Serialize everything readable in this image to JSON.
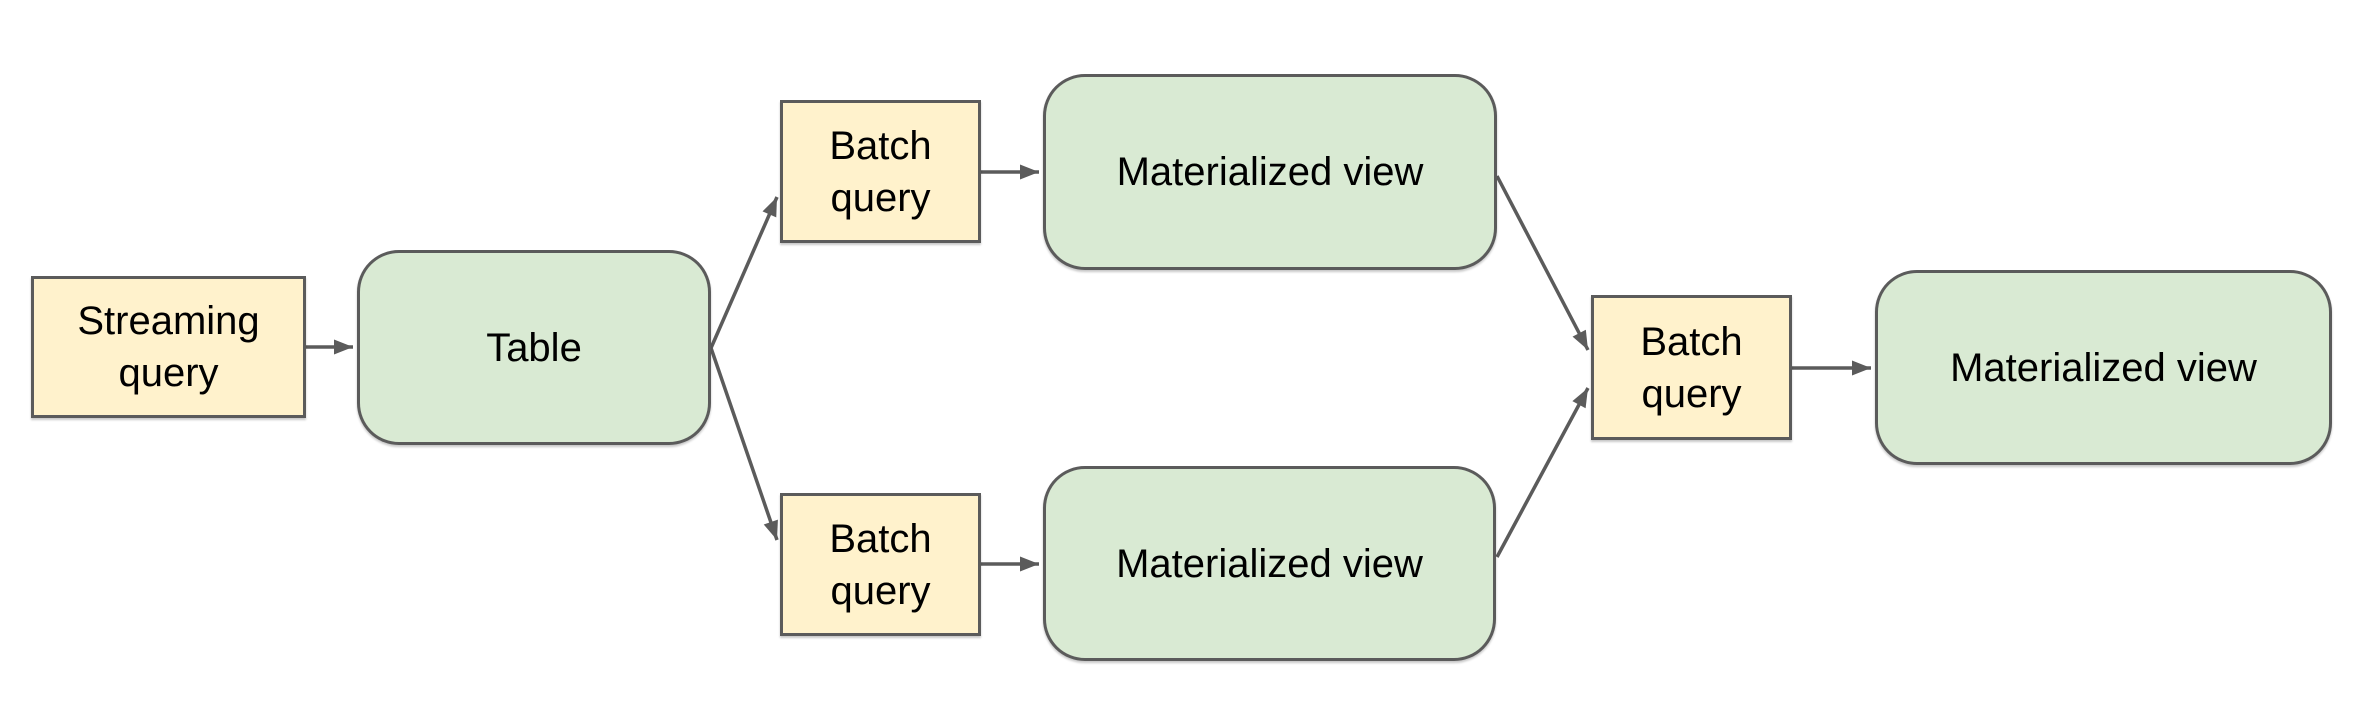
{
  "diagram": {
    "nodes": [
      {
        "id": "streaming-query",
        "label": "Streaming query",
        "type": "query"
      },
      {
        "id": "table",
        "label": "Table",
        "type": "store"
      },
      {
        "id": "batch-query-top",
        "label": "Batch query",
        "type": "query"
      },
      {
        "id": "materialized-view-top",
        "label": "Materialized view",
        "type": "store"
      },
      {
        "id": "batch-query-bottom",
        "label": "Batch query",
        "type": "query"
      },
      {
        "id": "materialized-view-bottom",
        "label": "Materialized view",
        "type": "store"
      },
      {
        "id": "batch-query-merge",
        "label": "Batch query",
        "type": "query"
      },
      {
        "id": "materialized-view-final",
        "label": "Materialized view",
        "type": "store"
      }
    ],
    "edges": [
      {
        "from": "streaming-query",
        "to": "table"
      },
      {
        "from": "table",
        "to": "batch-query-top"
      },
      {
        "from": "table",
        "to": "batch-query-bottom"
      },
      {
        "from": "batch-query-top",
        "to": "materialized-view-top"
      },
      {
        "from": "batch-query-bottom",
        "to": "materialized-view-bottom"
      },
      {
        "from": "materialized-view-top",
        "to": "batch-query-merge"
      },
      {
        "from": "materialized-view-bottom",
        "to": "batch-query-merge"
      },
      {
        "from": "batch-query-merge",
        "to": "materialized-view-final"
      }
    ],
    "colors": {
      "query_fill": "#fff2cc",
      "view_fill": "#d9ead3",
      "node_border": "#5b5b5b",
      "arrow": "#5b5b5b",
      "text": "#000000",
      "background": "#ffffff"
    }
  }
}
